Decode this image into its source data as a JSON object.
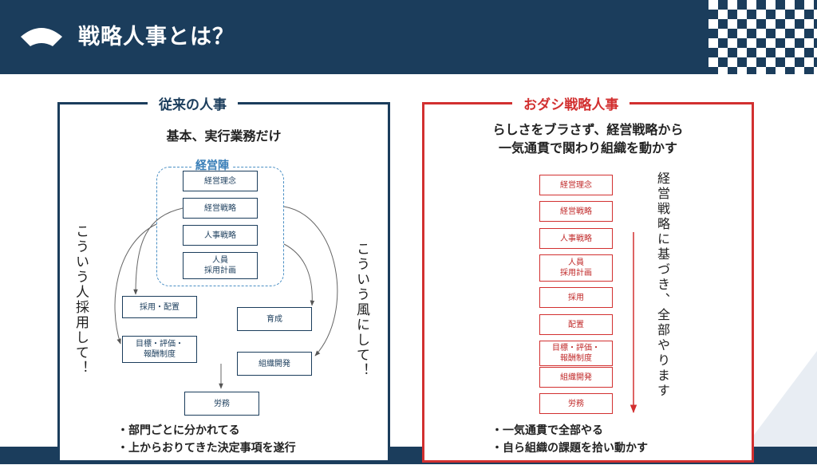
{
  "header": {
    "title": "戦略人事とは？"
  },
  "left": {
    "label": "従来の人事",
    "subtitle": "基本、実行業務だけ",
    "group_label": "経営陣",
    "group_items": [
      "経営理念",
      "経営戦略",
      "人事戦略",
      "人員\n採用計画"
    ],
    "boxes": {
      "hiring": "採用・配置",
      "eval": "目標・評価・\n報酬制度",
      "training": "育成",
      "org_dev": "組織開発",
      "labor": "労務"
    },
    "side_left": "こういう人採用して！",
    "side_right": "こういう風にして！",
    "bullets": [
      "・部門ごとに分かれてる",
      "・上からおりてきた決定事項を遂行"
    ]
  },
  "right": {
    "label": "おダシ戦略人事",
    "subtitle_line1": "らしさをブラさず、経営戦略から",
    "subtitle_line2": "一気通貫で関わり組織を動かす",
    "items": [
      "経営理念",
      "経営戦略",
      "人事戦略",
      "人員\n採用計画",
      "採用",
      "配置",
      "目標・評価・\n報酬制度",
      "組織開発",
      "労務"
    ],
    "side_text": "経営戦略に基づき、全部やります",
    "bullets": [
      "・一気通貫で全部やる",
      "・自ら組織の課題を拾い動かす"
    ]
  },
  "colors": {
    "navy": "#1b3d5c",
    "red": "#d23030",
    "blue_dash": "#4a8fc4"
  }
}
